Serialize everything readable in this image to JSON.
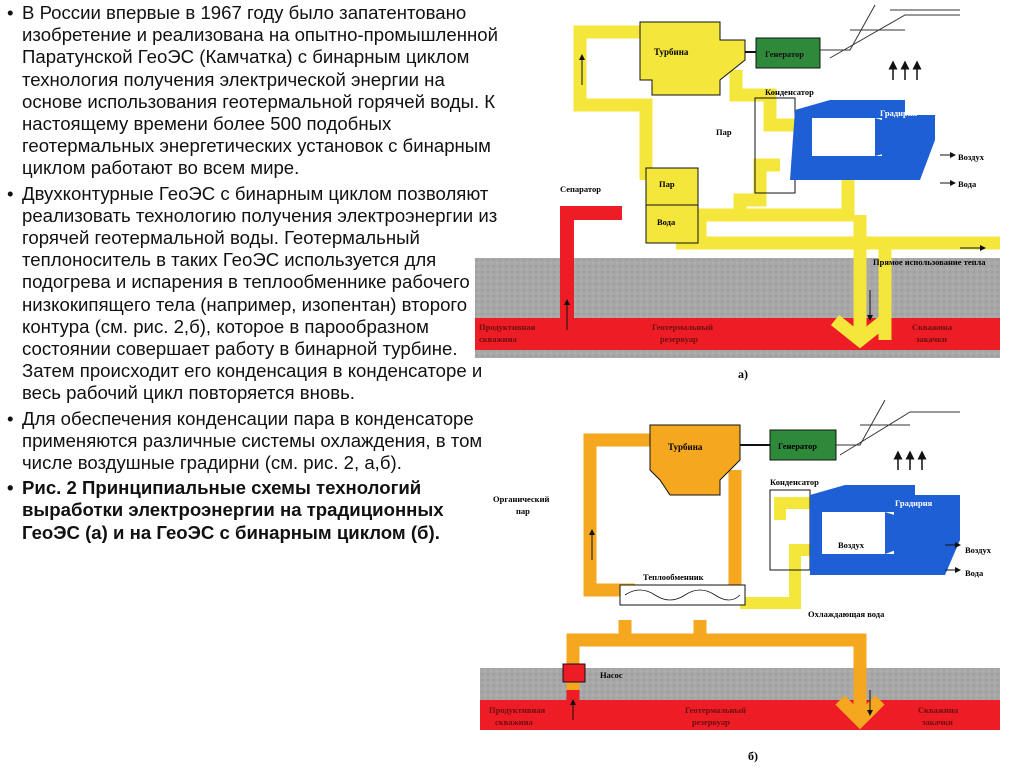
{
  "bullets": [
    {
      "text": "В России впервые  в 1967 году было запатентовано изобретение и реализована на опытно-промышленной Паратунской ГеоЭС (Камчатка) с бинарным циклом технология получения электрической энергии на основе использования геотермальной горячей воды. К настоящему времени более 500 подобных геотермальных энергетических установок с бинарным циклом работают во всем мире.",
      "bold": false
    },
    {
      "text": "Двухконтурные ГеоЭС с бинарным циклом позволяют реализовать технологию получения электроэнергии из горячей геотермальной воды. Геотермальный теплоноситель в таких ГеоЭС используется для подогрева и испарения в теплообменнике рабочего низкокипящего тела (например, изопентан) второго контура (см. рис. 2,б), которое в парообразном состоянии совершает работу в бинарной турбине. Затем происходит его конденсация в конденсаторе и весь рабочий цикл повторяется вновь.",
      "bold": false
    },
    {
      "text": "Для обеспечения конденсации пара в конденсаторе применяются различные системы охлаждения, в том числе воздушные градирни (см. рис. 2, а,б).",
      "bold": false
    },
    {
      "text": "Рис. 2 Принципиальные схемы технологий выработки электроэнергии на традиционных ГеоЭС (а) и на ГеоЭС с бинарным циклом (б).",
      "bold": true
    }
  ],
  "bullet_char": "•",
  "diagram_a": {
    "turbine": "Турбина",
    "generator": "Генератор",
    "condenser": "Конденсатор",
    "cooling_tower": "Градирня",
    "steam_right": "Пар",
    "air": "Воздух",
    "water_right": "Вода",
    "separator": "Сепаратор",
    "sep_steam": "Пар",
    "sep_water": "Вода",
    "direct_heat": "Прямое использование тепла",
    "production_well_1": "Продуктивная",
    "production_well_2": "скважина",
    "reservoir_1": "Геотермальный",
    "reservoir_2": "резервуар",
    "injection_well_1": "Скважина",
    "injection_well_2": "закачки",
    "caption": "а)"
  },
  "diagram_b": {
    "turbine": "Турбина",
    "generator": "Генератор",
    "condenser": "Конденсатор",
    "cooling_tower": "Градирня",
    "organic_steam_1": "Органический",
    "organic_steam_2": "пар",
    "air_inner": "Воздух",
    "air": "Воздух",
    "water_right": "Вода",
    "heat_exchanger": "Теплообменник",
    "cooling_water": "Охлаждающая вода",
    "pump": "Насос",
    "production_well_1": "Продуктивная",
    "production_well_2": "скважина",
    "reservoir_1": "Геотермальный",
    "reservoir_2": "резервуар",
    "injection_well_1": "Скважина",
    "injection_well_2": "закачки",
    "caption": "б)"
  },
  "colors": {
    "yellow_pipe": "#f4e63a",
    "orange_pipe": "#f5a81f",
    "red_zone": "#ee1c25",
    "ground": "#a8a8a8",
    "cooling_tower": "#1f5fd6",
    "generator": "#2e8a3a"
  }
}
